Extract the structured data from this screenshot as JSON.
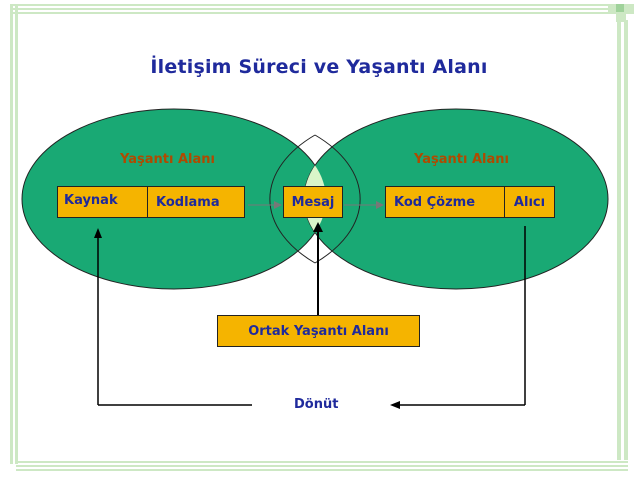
{
  "title": "İletişim Süreci ve Yaşantı Alanı",
  "left_area_label": "Yaşantı Alanı",
  "right_area_label": "Yaşantı Alanı",
  "boxes": {
    "kaynak": "Kaynak",
    "kodlama": "Kodlama",
    "mesaj": "Mesaj",
    "kod_cozme": "Kod Çözme",
    "alici": "Alıcı",
    "ortak": "Ortak Yaşantı Alanı"
  },
  "feedback_label": "Dönüt",
  "colors": {
    "title": "#1f2a9c",
    "ellipse_fill": "#19a974",
    "overlap_fill": "#d9f5c9",
    "box_fill": "#f5b400",
    "area_label": "#b04a00",
    "border_stripes": "#cde8c4"
  }
}
